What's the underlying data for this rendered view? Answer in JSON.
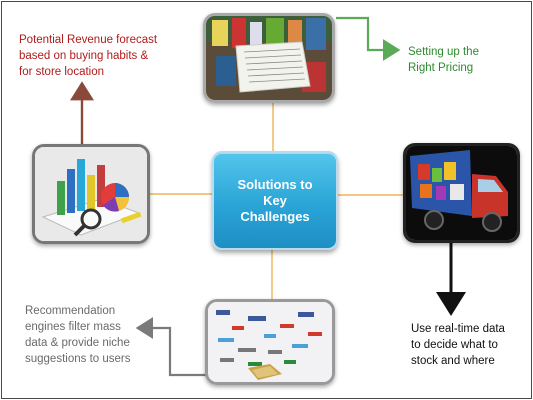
{
  "center": {
    "line1": "Solutions to Key",
    "line2": "Challenges"
  },
  "notes": {
    "revenue": [
      "Potential Revenue forecast",
      "based on buying habits &",
      "for store location"
    ],
    "pricing": [
      "Setting up the",
      "Right Pricing"
    ],
    "realtime": [
      "Use real-time data",
      "to decide what to",
      "stock and where"
    ],
    "recommendation": [
      "Recommendation",
      "engines filter mass",
      "data & provide niche",
      "suggestions to users"
    ]
  },
  "colors": {
    "connector": "#f0b35a",
    "revenue_text": "#b01b1b",
    "revenue_arrow": "#8a4a3a",
    "pricing_text": "#2e8a2e",
    "pricing_arrow": "#5aaa58",
    "realtime_text": "#111111",
    "recommendation_text": "#6a6a6a",
    "recommendation_arrow": "#7a7a7a"
  },
  "tiles": {
    "top": "receipt-groceries-image",
    "left": "analytics-charts-image",
    "right": "delivery-truck-image",
    "bottom": "brand-logos-cloud-image"
  }
}
